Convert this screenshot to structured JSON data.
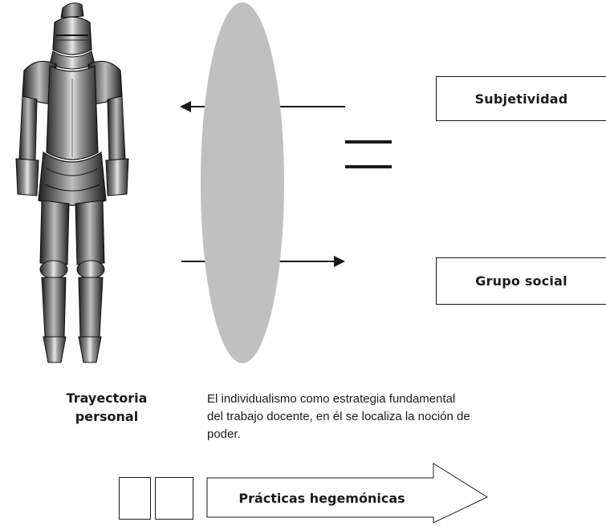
{
  "boxes": {
    "subjetividad": "Subjetividad",
    "grupo_social": "Grupo social"
  },
  "figure": {
    "icon": "knight-armor-icon",
    "caption_line1": "Trayectoria",
    "caption_line2": "personal"
  },
  "description": {
    "line1": "El individualismo como estrategia fundamental",
    "line2": "del trabajo docente, en él se localiza la noción de",
    "line3": "poder."
  },
  "practicas": {
    "label": "Prácticas hegemónicas"
  },
  "colors": {
    "ellipse": "#c0c0c0",
    "line": "#1a1a1a",
    "armor_dark": "#2b2b2b",
    "armor_light": "#d8d8d8"
  }
}
